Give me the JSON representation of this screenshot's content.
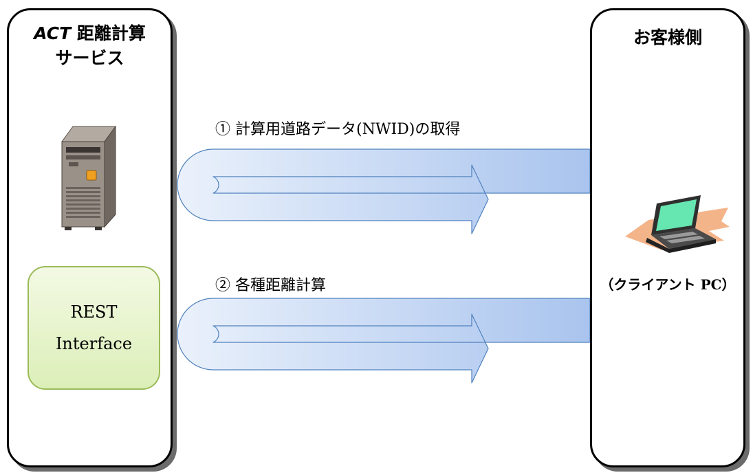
{
  "left_panel": {
    "title_brand": "ACT",
    "title_line1_rest": "距離計算",
    "title_line2": "サービス",
    "rest_box": {
      "line1": "REST",
      "line2": "Interface"
    }
  },
  "right_panel": {
    "title": "お客様側",
    "client_label": "（クライアント PC）"
  },
  "steps": [
    {
      "label": "①  計算用道路データ(NWID)の取得"
    },
    {
      "label": "②  各種距離計算"
    }
  ],
  "icons": {
    "server": "server-tower-icon",
    "laptop": "laptop-icon"
  },
  "colors": {
    "arrow_light": "#eaf1fb",
    "arrow_dark": "#a9c4ee",
    "arrow_border": "#4f81bd",
    "rest_border": "#9bbb59",
    "rest_fill_top": "#f3f9e4",
    "rest_fill_bottom": "#dcefb8"
  }
}
